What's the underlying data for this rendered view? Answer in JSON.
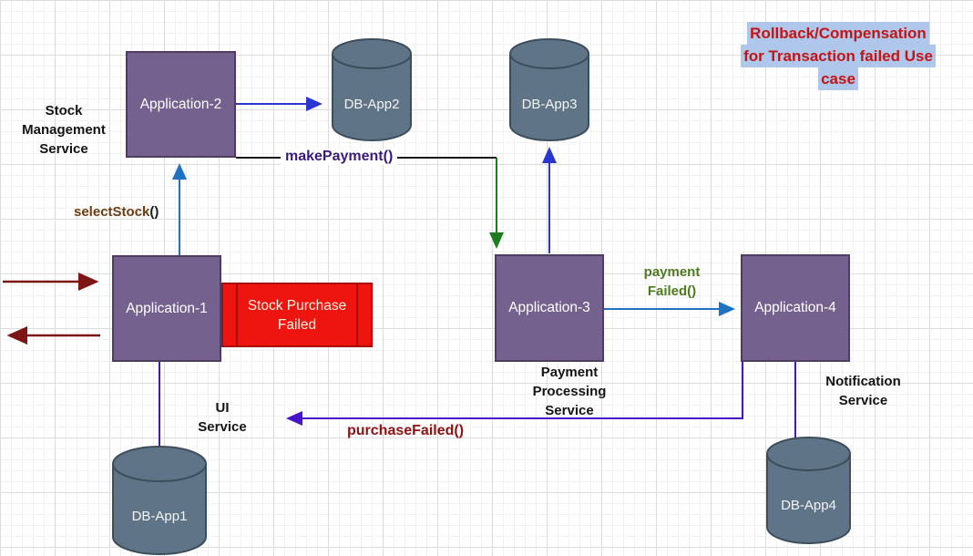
{
  "title": {
    "lines": [
      "Rollback/Compensation",
      "for Transaction failed Use",
      "case"
    ]
  },
  "nodes": {
    "app1": {
      "label": "Application-1"
    },
    "app2": {
      "label": "Application-2"
    },
    "app3": {
      "label": "Application-3"
    },
    "app4": {
      "label": "Application-4"
    },
    "db1": {
      "label": "DB-App1"
    },
    "db2": {
      "label": "DB-App2"
    },
    "db3": {
      "label": "DB-App3"
    },
    "db4": {
      "label": "DB-App4"
    },
    "error": {
      "lines": [
        "Stock Purchase",
        "Failed"
      ]
    }
  },
  "services": {
    "stock_management": {
      "lines": [
        "Stock",
        "Management",
        "Service"
      ]
    },
    "ui": {
      "lines": [
        "UI",
        "Service"
      ]
    },
    "payment_processing": {
      "lines": [
        "Payment",
        "Processing",
        "Service"
      ]
    },
    "notification": {
      "lines": [
        "Notification",
        "Service"
      ]
    }
  },
  "messages": {
    "select_stock": {
      "name": "selectStock",
      "parens": "()"
    },
    "make_payment": {
      "label": "makePayment()"
    },
    "payment_failed": {
      "lines": [
        "payment",
        "Failed()"
      ]
    },
    "purchase_failed": {
      "label": "purchaseFailed()"
    }
  },
  "colors": {
    "node-fill": "#75618d",
    "node-border": "#4d3d63",
    "db-fill": "#5f7587",
    "db-border": "#3c4d5c",
    "error-fill": "#ee1410",
    "error-bar": "#a90d0b",
    "title-text": "#c41414",
    "title-highlight": "#aec7ea",
    "arrow-royal": "#2b35d0",
    "arrow-blue": "#1d72c4",
    "arrow-green": "#1e7c1e",
    "arrow-violet": "#4713cb",
    "arrow-darkred": "#7d1515",
    "msg-selectstock": "#6e3b10",
    "msg-makepayment": "#3a1a7e",
    "msg-paymentfailed": "#4d7a1d",
    "msg-purchasefailed": "#8e1212"
  }
}
